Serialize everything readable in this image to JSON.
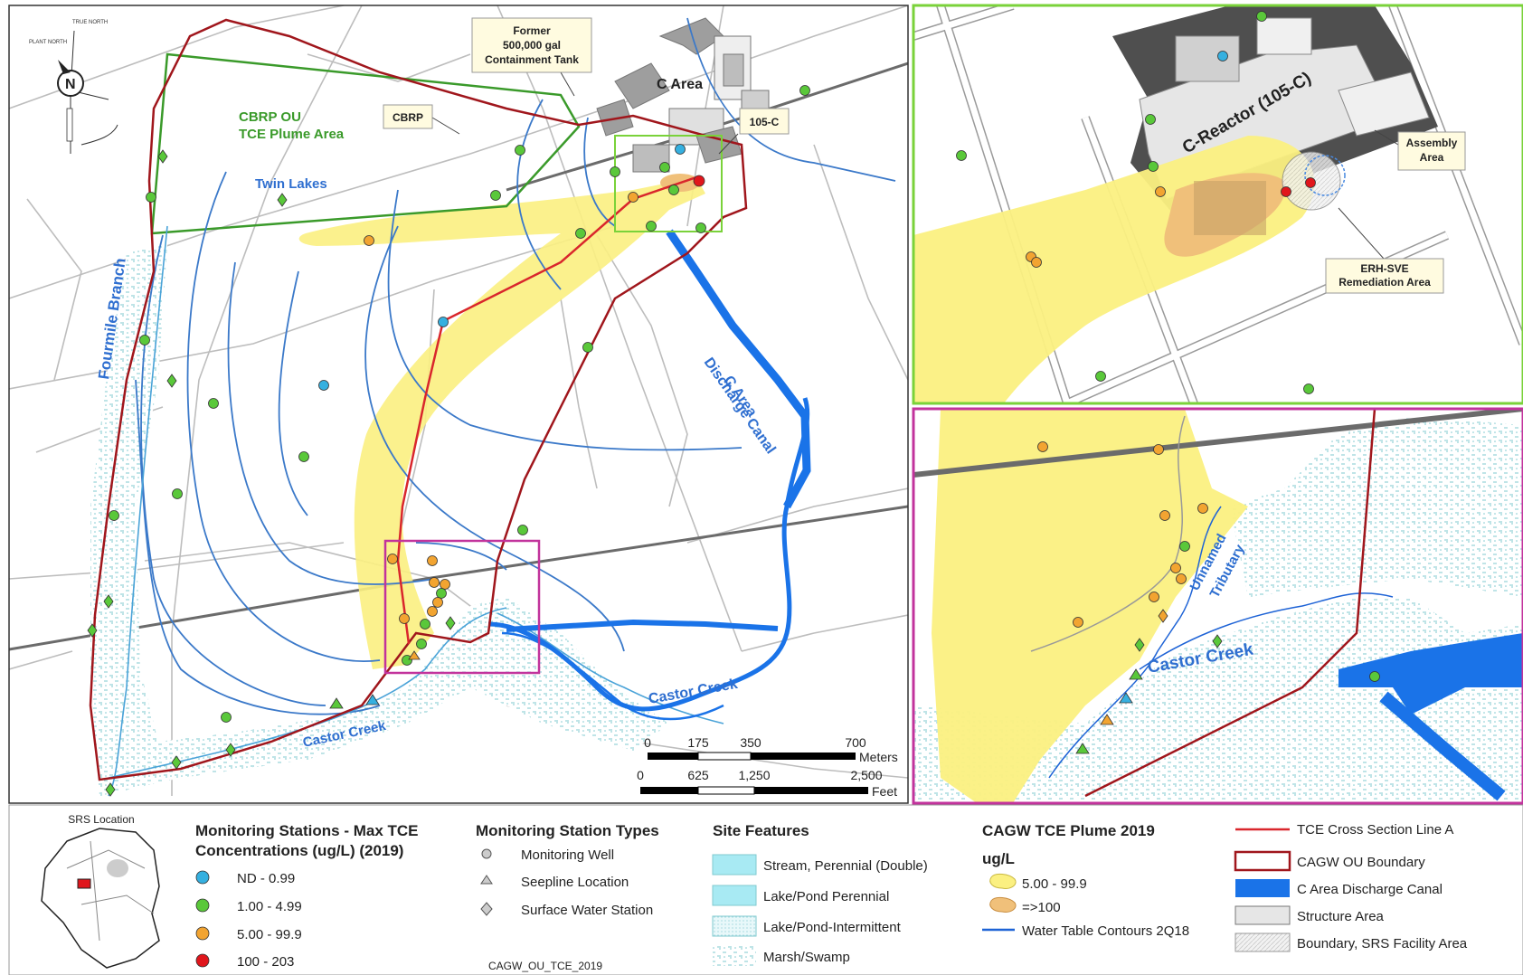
{
  "compass": {
    "true_north": "TRUE NORTH",
    "plant_north": "PLANT NORTH",
    "letter": "N"
  },
  "main_map": {
    "labels": {
      "tank": [
        "Former",
        "500,000 gal",
        "Containment Tank"
      ],
      "cbrp": "CBRP",
      "c_area": "C Area",
      "c105": "105-C",
      "cbrp_ou": [
        "CBRP OU",
        "TCE Plume Area"
      ],
      "twin_lakes": "Twin Lakes",
      "fourmile": "Fourmile Branch",
      "discharge_canal": [
        "C Area",
        "Discharge Canal"
      ],
      "castor_creek_1": "Castor Creek",
      "castor_creek_2": "Castor Creek"
    },
    "scalebar": {
      "meters_ticks": [
        "0",
        "175",
        "350",
        "700"
      ],
      "meters_unit": "Meters",
      "feet_ticks": [
        "0",
        "625",
        "1,250",
        "2,500"
      ],
      "feet_unit": "Feet"
    }
  },
  "inset_top": {
    "labels": {
      "reactor": "C-Reactor (105-C)",
      "assembly": [
        "Assembly",
        "Area"
      ],
      "erh": [
        "ERH-SVE",
        "Remediation Area"
      ]
    }
  },
  "inset_bottom": {
    "labels": {
      "tributary": [
        "Unnamed",
        "Tributary"
      ],
      "castor_creek": "Castor Creek"
    }
  },
  "legend": {
    "srs_location": "SRS Location",
    "stations": {
      "title": [
        "Monitoring Stations - Max TCE",
        "Concentrations (ug/L) (2019)"
      ],
      "items": [
        {
          "label": "ND - 0.99",
          "color": "#35b0e0"
        },
        {
          "label": "1.00 - 4.99",
          "color": "#5ac83a"
        },
        {
          "label": "5.00 - 99.9",
          "color": "#f2a431"
        },
        {
          "label": "100 - 203",
          "color": "#e0161c"
        }
      ]
    },
    "types": {
      "title": "Monitoring Station Types",
      "items": [
        "Monitoring Well",
        "Seepline Location",
        "Surface Water Station"
      ]
    },
    "site_features": {
      "title": "Site Features",
      "items": [
        "Stream, Perennial (Double)",
        "Lake/Pond Perennial",
        "Lake/Pond-Intermittent",
        "Marsh/Swamp"
      ]
    },
    "plume": {
      "title": "CAGW TCE Plume 2019",
      "unit": "ug/L",
      "items": [
        "5.00 - 99.9",
        "=>100"
      ],
      "contours": "Water Table Contours 2Q18"
    },
    "lines": {
      "items": [
        "TCE Cross Section Line A",
        "CAGW OU Boundary",
        "C Area Discharge Canal",
        "Structure Area",
        "Boundary, SRS Facility Area"
      ]
    },
    "map_id": "CAGW_OU_TCE_2019"
  },
  "colors": {
    "plume_yellow": "#fbf081",
    "plume_orange": "#f0c07a",
    "ou_boundary": "#a0161c",
    "cbrp_green": "#3a9a2a",
    "water_blue": "#1e63d6",
    "canal_blue": "#1a73e8",
    "inset_green": "#7ad23a",
    "inset_magenta": "#c2339c"
  }
}
